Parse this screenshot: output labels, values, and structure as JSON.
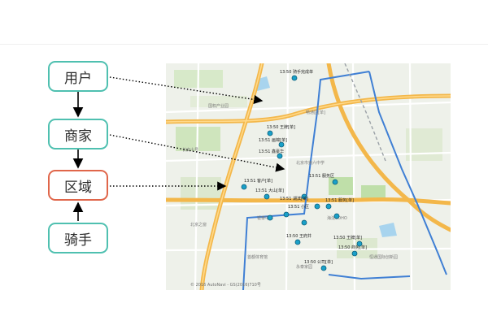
{
  "flow": {
    "user": "用户",
    "shop": "商家",
    "area": "区域",
    "rider": "骑手"
  },
  "map": {
    "labels": [
      {
        "text": "13:50 骑手完成单",
        "kind": "marker"
      },
      {
        "text": "13:50 王牌[单]",
        "kind": "marker"
      },
      {
        "text": "13:51 画锦[单]",
        "kind": "marker"
      },
      {
        "text": "13:51 鑫豪华",
        "kind": "marker"
      },
      {
        "text": "13:51 服务区",
        "kind": "marker"
      },
      {
        "text": "13:51 客户[单]",
        "kind": "marker"
      },
      {
        "text": "13:51 大山[单]",
        "kind": "marker"
      },
      {
        "text": "13:51 湖滨[单]",
        "kind": "marker"
      },
      {
        "text": "13:51 小区",
        "kind": "marker"
      },
      {
        "text": "13:51 服务[单]",
        "kind": "marker"
      },
      {
        "text": "13:50 王府井",
        "kind": "marker"
      },
      {
        "text": "13:50 商务[单]",
        "kind": "marker"
      },
      {
        "text": "13:50 公司[单]",
        "kind": "marker"
      },
      {
        "text": "13:50 王牌[单]",
        "kind": "marker"
      }
    ],
    "places": [
      "国权产业园",
      "北京市第六中学",
      "畅通园[单]",
      "海淀SOHO",
      "恒通国际创新园",
      "银泰中心",
      "永泰家园",
      "长安十号",
      "北京之窗",
      "首都体育馆"
    ],
    "copyright": "© 2016 AutoNavi - GS(2016)710号",
    "colors": {
      "marker": "#1aa0c8",
      "road_major": "#f3b74a",
      "road_blue": "#3f7fd4",
      "water": "#a8d4ee",
      "green": "#bfdfa9"
    }
  },
  "colors": {
    "box_border": "#4fc0b0",
    "box_highlight": "#e0664a"
  }
}
